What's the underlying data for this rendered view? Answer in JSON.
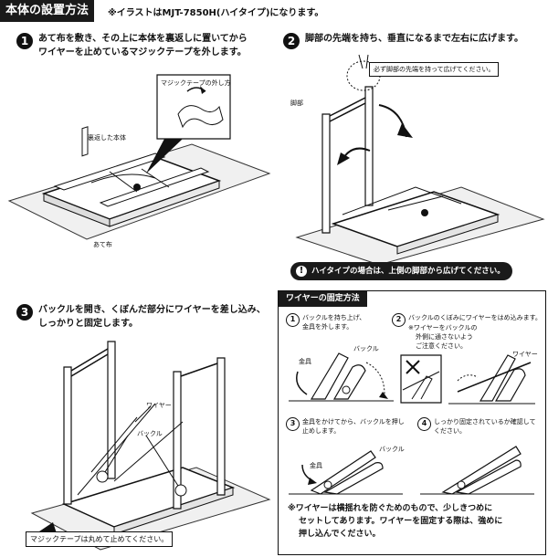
{
  "header": {
    "title": "本体の設置方法",
    "note": "※イラストはMJT-7850H(ハイタイプ)になります。"
  },
  "step1": {
    "number": "1",
    "text_line1": "あて布を敷き、その上に本体を裏返しに置いてから",
    "text_line2": "ワイヤーを止めているマジックテープを外します。",
    "callout_label": "マジックテープの外し方",
    "body_label": "裏返した本体",
    "cloth_label": "あて布"
  },
  "step2": {
    "number": "2",
    "text": "脚部の先端を持ち、垂直になるまで左右に広げます。",
    "callout": "必ず脚部の先端を持って広げてください。",
    "leg_label": "脚部",
    "warning": "ハイタイプの場合は、上側の脚部から広げてください。"
  },
  "step3": {
    "number": "3",
    "text_line1": "バックルを開き、くぼんだ部分にワイヤーを差し込み、",
    "text_line2": "しっかりと固定します。",
    "wire_label": "ワイヤー",
    "buckle_label": "バックル",
    "velcro_note": "マジックテープは丸めて止めてください。"
  },
  "panel": {
    "title": "ワイヤーの固定方法",
    "sub1": {
      "number": "1",
      "line1": "バックルを持ち上げ、",
      "line2": "金具を外します。",
      "label_metal": "金具",
      "label_buckle": "バックル"
    },
    "sub2": {
      "number": "2",
      "line1": "バックルのくぼみにワイヤーをはめ込みます。",
      "note1": "※ワイヤーをバックルの",
      "note2": "外側に通さないよう",
      "note3": "ご注意ください。",
      "label_wire": "ワイヤー"
    },
    "sub3": {
      "number": "3",
      "line1": "金具をかけてから、バックルを押し",
      "line2": "止めします。",
      "label_metal": "金具",
      "label_buckle": "バックル"
    },
    "sub4": {
      "number": "4",
      "line1": "しっかり固定されているか確認して",
      "line2": "ください。"
    },
    "bottom_line1": "※ワイヤーは横揺れを防ぐためのもので、少しきつめに",
    "bottom_line2": "セットしてあります。ワイヤーを固定する際は、強めに",
    "bottom_line3": "押し込んでください。"
  }
}
